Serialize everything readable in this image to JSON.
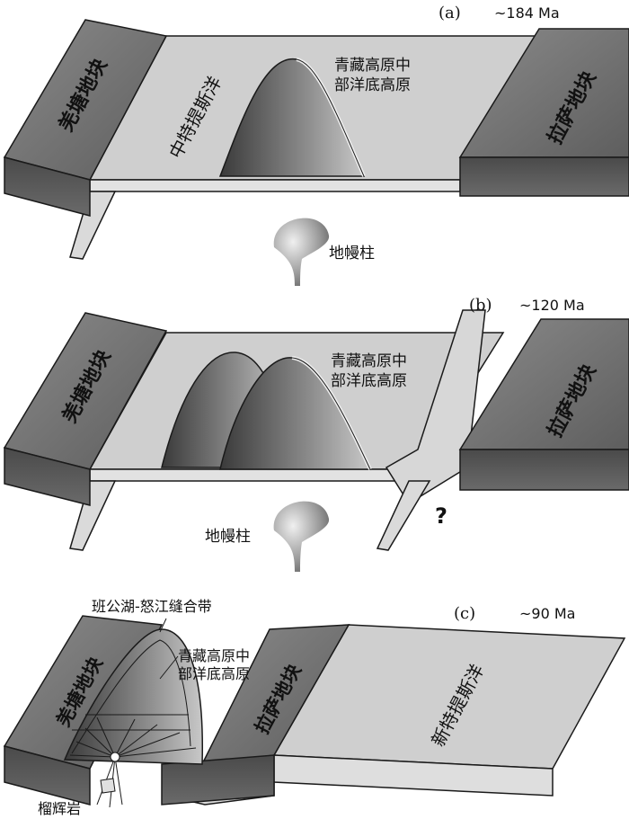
{
  "panels": [
    {
      "id": "a",
      "tag": "(a)",
      "age": "~184 Ma",
      "plateau_label": [
        "青藏高原中",
        "部洋底高原"
      ],
      "left_block": "羌塘地块",
      "right_block": "拉萨地块",
      "ocean": "中特提斯洋",
      "plume": "地幔柱"
    },
    {
      "id": "b",
      "tag": "(b)",
      "age": "~120 Ma",
      "plateau_label": [
        "青藏高原中",
        "部洋底高原"
      ],
      "left_block": "羌塘地块",
      "right_block": "拉萨地块",
      "plume": "地幔柱",
      "question": "?"
    },
    {
      "id": "c",
      "tag": "(c)",
      "age": "~90 Ma",
      "suture": "班公湖-怒江缝合带",
      "plateau_label": [
        "青藏高原中",
        "部洋底高原"
      ],
      "left_block": "羌塘地块",
      "right_block": "拉萨地块",
      "ocean": "新特提斯洋",
      "rock": "榴辉岩"
    }
  ],
  "colors": {
    "block_dark": "#6e6e6e",
    "ocean_floor": "#cfcfcf",
    "slab": "#d9d9d9",
    "outline": "#1a1a1a"
  }
}
